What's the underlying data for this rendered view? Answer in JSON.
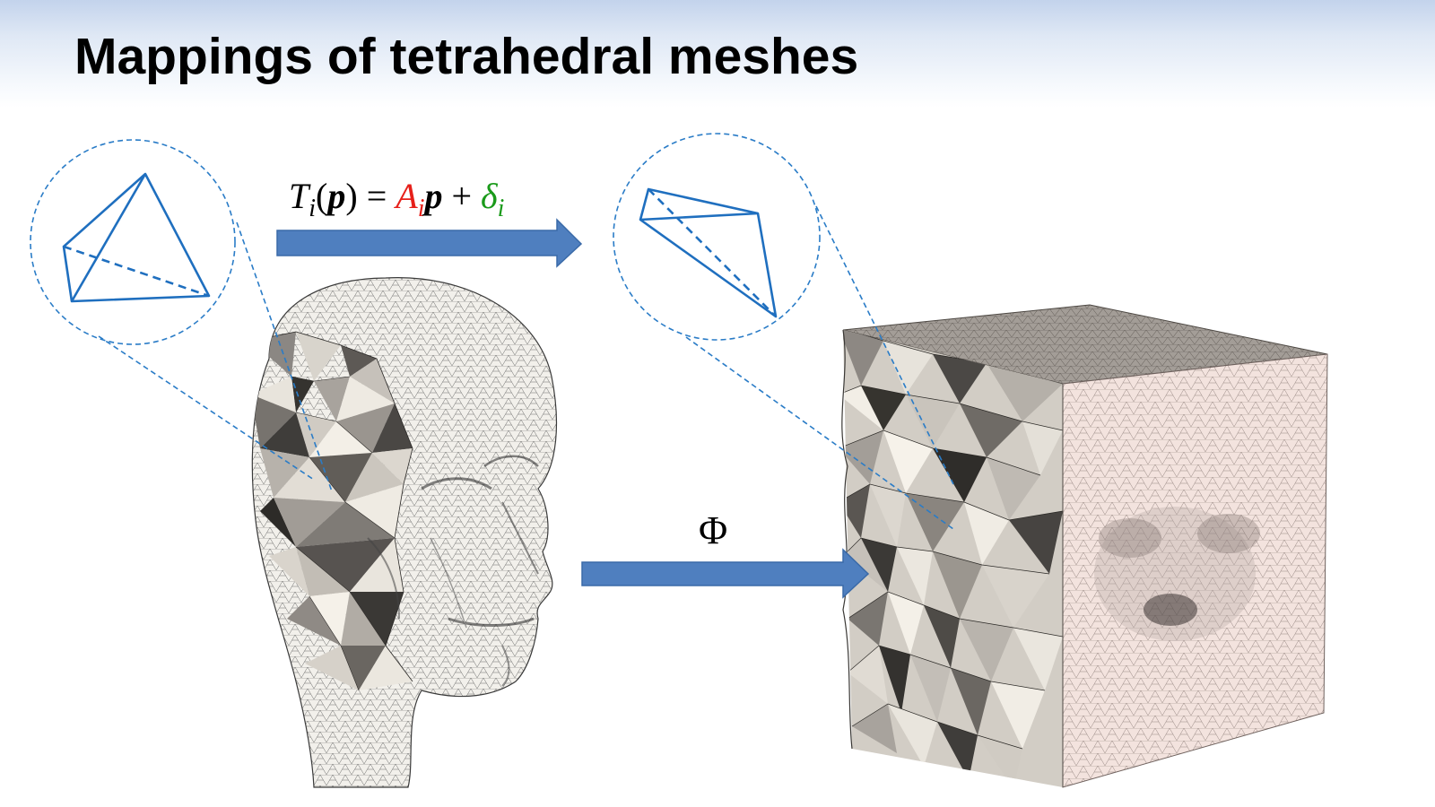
{
  "slide": {
    "title": "Mappings of tetrahedral meshes"
  },
  "formula": {
    "T": "T",
    "i_sub_1": "i",
    "open": "(",
    "p1": "p",
    "close": ")",
    "equals": " = ",
    "A": "A",
    "i_sub_2": "i",
    "p2": "p",
    "plus": " + ",
    "delta": "δ",
    "i_sub_3": "i"
  },
  "mapping_symbol": "Φ",
  "colors": {
    "arrow_fill": "#4f7fbf",
    "arrow_stroke": "#3a6aa8",
    "tet_edge": "#1f6fbf",
    "dashed_circle": "#2a7cc7",
    "A_color": "#e6201a",
    "delta_color": "#1a9a1a",
    "mesh_light": "#f1efe9",
    "cube_pink": "#f3e3de"
  },
  "icons": {
    "arrow_top": "right-arrow-icon",
    "arrow_bottom": "right-arrow-icon"
  }
}
